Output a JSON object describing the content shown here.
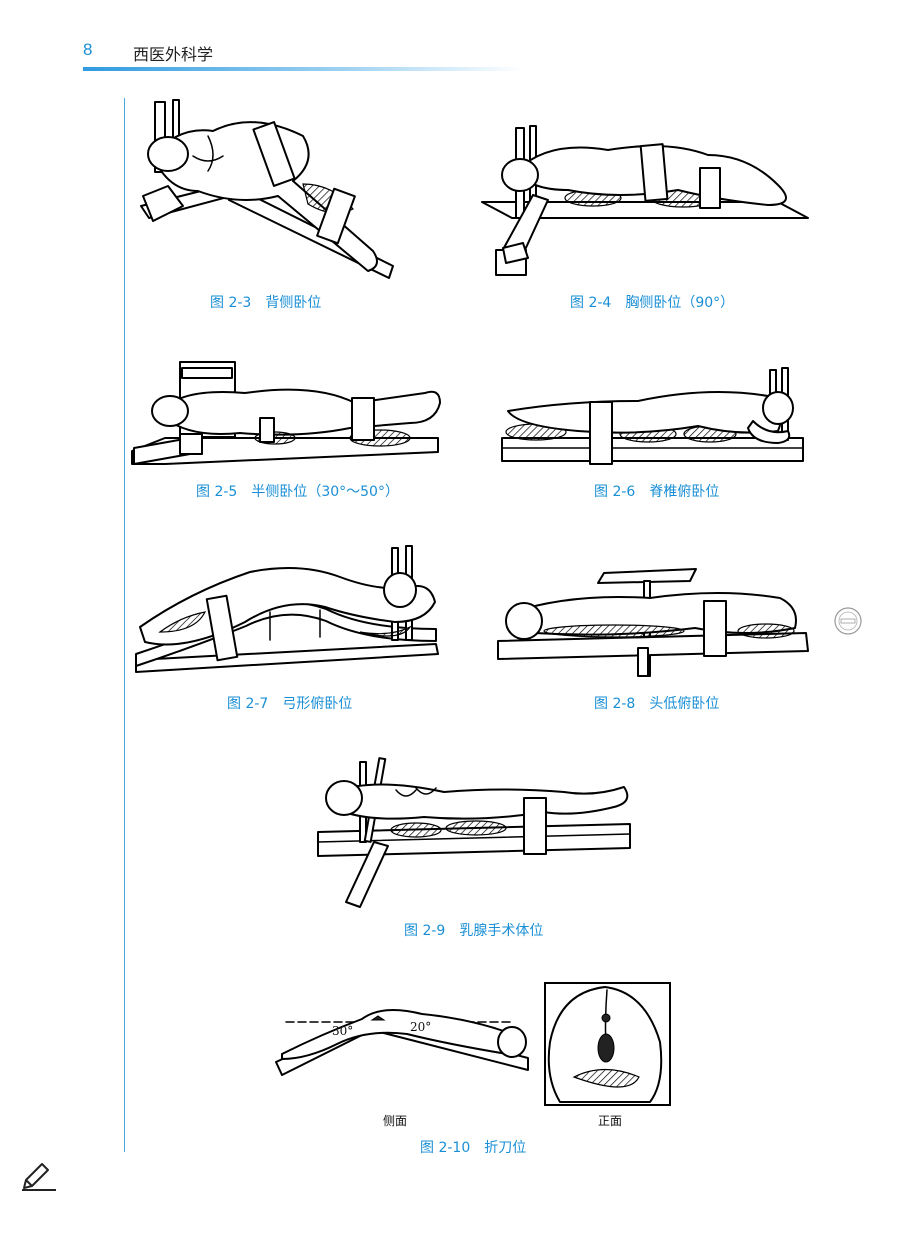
{
  "header": {
    "page_number": "8",
    "book_title": "西医外科学"
  },
  "figures": [
    {
      "id": "2-3",
      "caption": "图 2-3　背侧卧位"
    },
    {
      "id": "2-4",
      "caption": "图 2-4　胸侧卧位（90°）"
    },
    {
      "id": "2-5",
      "caption": "图 2-5　半侧卧位（30°～50°）"
    },
    {
      "id": "2-6",
      "caption": "图 2-6　脊椎俯卧位"
    },
    {
      "id": "2-7",
      "caption": "图 2-7　弓形俯卧位"
    },
    {
      "id": "2-8",
      "caption": "图 2-8　头低俯卧位"
    },
    {
      "id": "2-9",
      "caption": "图 2-9　乳腺手术体位"
    },
    {
      "id": "2-10",
      "caption": "图 2-10　折刀位",
      "side_label": "侧面",
      "front_label": "正面",
      "angle_a": "30°",
      "angle_b": "20°"
    }
  ],
  "icons": {
    "stamp": "watermark-stamp-icon",
    "pen": "pen-icon",
    "accent_color": "#1a8fd6"
  }
}
